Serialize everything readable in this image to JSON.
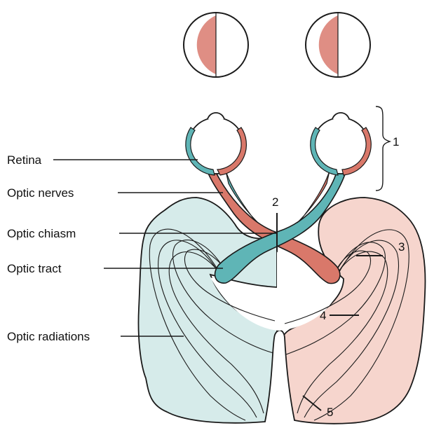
{
  "labels": {
    "retina": "Retina",
    "optic_nerves": "Optic nerves",
    "optic_chiasm": "Optic chiasm",
    "optic_tract": "Optic tract",
    "optic_radiations": "Optic radiations"
  },
  "numbers": {
    "n1": "1",
    "n2": "2",
    "n3": "3",
    "n4": "4",
    "n5": "5"
  },
  "colors": {
    "left_pathway": "#5fb5b6",
    "right_pathway": "#d9786a",
    "left_lobe_fill": "#d6ebea",
    "right_lobe_fill": "#f6d5cd",
    "visual_field_deficit": "#df8e84",
    "outline": "#1a1a1a"
  }
}
